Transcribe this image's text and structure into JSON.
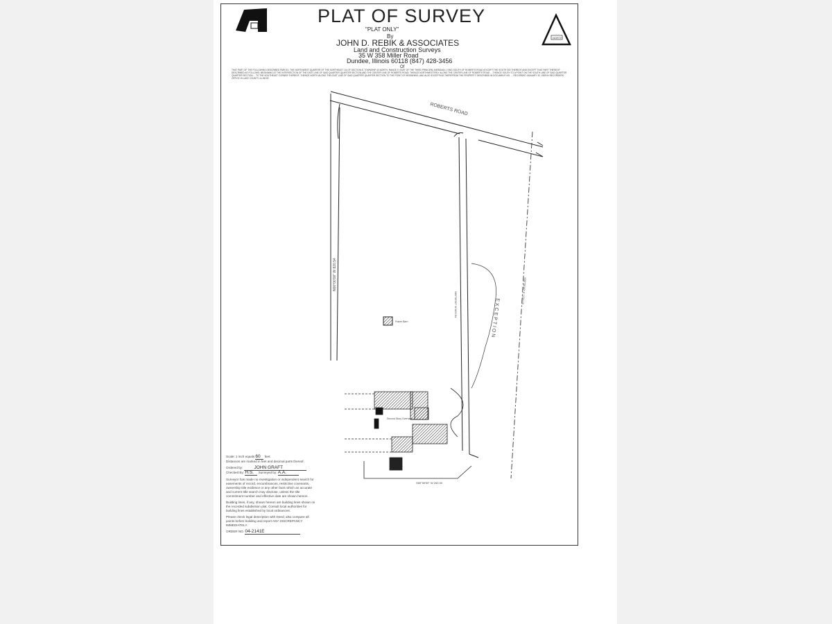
{
  "document": {
    "title": "PLAT OF SURVEY",
    "subtitle": "\"PLAT ONLY\"",
    "by": "By",
    "firm": "JOHN D. REBIK & ASSOCIATES",
    "firm_line1": "Land and Construction Surveys",
    "firm_line2": "35 W 358 Miller Road",
    "firm_line3": "Dundee, Illinois 60118    (847) 428-3456",
    "of": "Of",
    "legal_description": "THAT PART OF THE FOLLOWING DESCRIBED PARCEL: THE NORTHWEST QUARTER OF THE NORTHEAST 1/4 OF SECTION 8, TOWNSHIP 43 NORTH, RANGE 9, EAST OF THE THIRD PRINCIPAL MERIDIAN, LYING SOUTH OF ROBERTS ROAD (EXCEPT THE SOUTH 200 THEREOF AND EXCEPT THAT PART THEREOF DESCRIBED AS FOLLOWS: BEGINNING AT THE INTERSECTION OF THE EAST LINE OF SAID QUARTER QUARTER SECTION AND THE CENTER LINE OF ROBERTS ROAD; THENCE NORTHWESTERLY ALONG THE CENTER LINE OF ROBERTS ROAD ... THENCE SOUTH TO A POINT ON THE SOUTH LINE OF SAID QUARTER QUARTER SECTION ... TO THE SOUTHEAST CORNER THEREOF; THENCE NORTH ALONG THE EAST LINE OF SAID QUARTER QUARTER SECTION TO THE POINT OF BEGINNING, AND ALSO EXCEPTING THEREFROM THE PROPERTY DESCRIBED IN DOCUMENT NO. ... RECORDED JANUARY 30, 1989 IN RECORDERS OFFICE IN LAKE COUNTY, ILLINOIS",
    "north_label": "NORTH",
    "road_label": "ROBERTS ROAD",
    "exception_label": "EXCEPTION",
    "barn_label": "Frame Barn",
    "second_story_label": "Second Story Overhang",
    "dimension_west": "N00°00'00\" W 820.54",
    "dimension_east": "S00°00'00\" E 1220.10",
    "dimension_south": "S89°59'59\" W 260.00",
    "notes": {
      "scale_label": "Scale: 1 inch equals",
      "scale_value": "60",
      "scale_unit": "feet.",
      "distances": "Distances are marked in feet and decimal parts thereof.",
      "ordered_label": "Ordered by:",
      "ordered_value": "JOHN GRAFT",
      "checked_label": "Checked By:",
      "checked_value": "H.S.",
      "surveyed_label": "Surveyed by:",
      "surveyed_value": "A.A.",
      "disclaimer": "Surveyor has made no investigation or independent search for easements of record, encumbrances, restrictive covenants, ownership title evidence or any other facts which an accurate and current title search may disclose, unless the title commitment number and effective date are shown hereon.",
      "building_lines": "Building lines, if any, shown hereon are building lines shown on the recorded subdivision plat. Consult local authorities for building lines established by local ordinances.",
      "check_legal": "Please check legal description with Deed; also compare all points before building and report ANY DISCREPANCY IMMEDIATELY.",
      "order_label": "ORDER NO.",
      "order_value": "04-2141E"
    }
  }
}
